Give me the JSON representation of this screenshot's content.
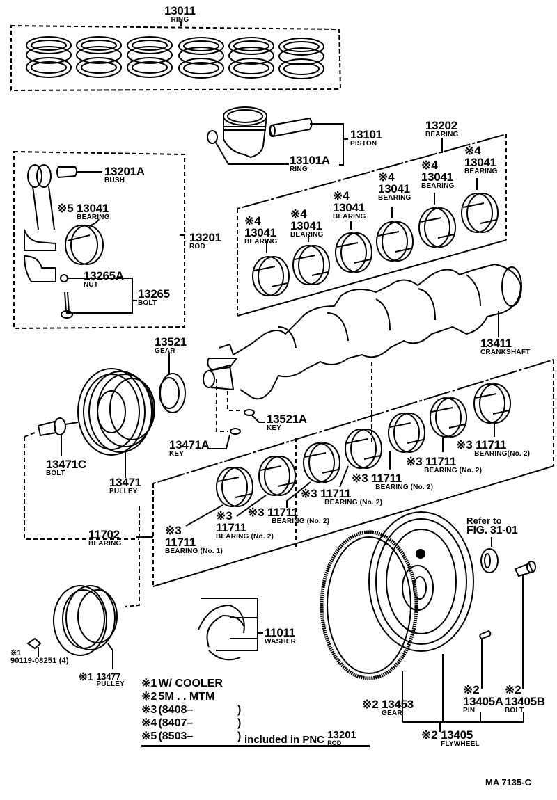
{
  "diagram": {
    "title_code": "MA 7135-C",
    "parts": {
      "ring": {
        "pn": "13011",
        "name": "RING"
      },
      "piston": {
        "pn": "13101",
        "name": "PISTON"
      },
      "piston_ring": {
        "pn": "13101A",
        "name": "RING"
      },
      "bearing_set": {
        "pn": "13202",
        "name": "BEARING"
      },
      "upper_bearings": [
        {
          "mark": "※4",
          "pn": "13041",
          "name": "BEARING"
        },
        {
          "mark": "※4",
          "pn": "13041",
          "name": "BEARING"
        },
        {
          "mark": "※4",
          "pn": "13041",
          "name": "BEARING"
        },
        {
          "mark": "※4",
          "pn": "13041",
          "name": "BEARING"
        },
        {
          "mark": "※4",
          "pn": "13041",
          "name": "BEARING"
        },
        {
          "mark": "※4",
          "pn": "13041",
          "name": "BEARING"
        }
      ],
      "bush": {
        "pn": "13201A",
        "name": "BUSH"
      },
      "rod_bearing": {
        "mark": "※5",
        "pn": "13041",
        "name": "BEARING"
      },
      "rod": {
        "pn": "13201",
        "name": "ROD"
      },
      "nut": {
        "pn": "13265A",
        "name": "NUT"
      },
      "bolt_rod": {
        "pn": "13265",
        "name": "BOLT"
      },
      "gear_crank": {
        "pn": "13521",
        "name": "GEAR"
      },
      "crankshaft": {
        "pn": "13411",
        "name": "CRANKSHAFT"
      },
      "key_gear": {
        "pn": "13521A",
        "name": "KEY"
      },
      "key_pulley": {
        "pn": "13471A",
        "name": "KEY"
      },
      "pulley_bolt": {
        "pn": "13471C",
        "name": "BOLT"
      },
      "pulley": {
        "pn": "13471",
        "name": "PULLEY"
      },
      "main_bearing_set": {
        "pn": "11702",
        "name": "BEARING"
      },
      "lower_bearings": [
        {
          "mark": "※3",
          "pn": "11711",
          "name": "BEARING (No. 1)"
        },
        {
          "mark": "※3",
          "pn": "11711",
          "name": "BEARING (No. 2)"
        },
        {
          "mark": "※3",
          "pn": "11711",
          "name": "BEARING (No. 2)"
        },
        {
          "mark": "※3",
          "pn": "11711",
          "name": "BEARING (No. 2)"
        },
        {
          "mark": "※3",
          "pn": "11711",
          "name": "BEARING (No. 2)"
        },
        {
          "mark": "※3",
          "pn": "11711",
          "name": "BEARING (No. 2)"
        },
        {
          "mark": "※3",
          "pn": "11711",
          "name": "BEARING(No. 2)"
        }
      ],
      "washer": {
        "pn": "11011",
        "name": "WASHER"
      },
      "cooler_bolt": {
        "mark": "※1",
        "pn": "90119-08251 (4)"
      },
      "cooler_pulley": {
        "mark": "※1",
        "pn": "13477",
        "name": "PULLEY"
      },
      "oil_seal_ref": {
        "line1": "Refer to",
        "line2": "FIG. 31-01"
      },
      "ring_gear": {
        "mark": "※2",
        "pn": "13453",
        "name": "GEAR"
      },
      "pin": {
        "mark": "※2",
        "pn": "13405A",
        "name": "PIN"
      },
      "flywheel_bolt": {
        "mark": "※2",
        "pn": "13405B",
        "name": "BOLT"
      },
      "flywheel": {
        "mark": "※2",
        "pn": "13405",
        "name": "FLYWHEEL"
      }
    },
    "legend": [
      {
        "mark": "※1",
        "text": "W/ COOLER"
      },
      {
        "mark": "※2",
        "text": "5M . . MTM"
      },
      {
        "mark": "※3",
        "text": "(8408–",
        "close": ")"
      },
      {
        "mark": "※4",
        "text": "(8407–",
        "close": ")"
      },
      {
        "mark": "※5",
        "text": "(8503–",
        "close": ")",
        "suffix": "included in PNC",
        "pnc": "13201",
        "pnc_name": "ROD"
      }
    ]
  }
}
